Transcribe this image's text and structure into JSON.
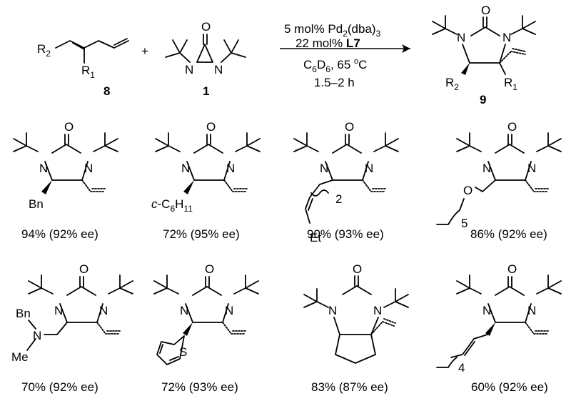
{
  "reaction": {
    "reactant_diene_label": "8",
    "reactant_diene_r1": "R",
    "reactant_diene_r1_sub": "1",
    "reactant_diene_r2": "R",
    "reactant_diene_r2_sub": "2",
    "plus": "+",
    "reactant_diaziridinone_label": "1",
    "reactant_diaziridinone_o": "O",
    "reactant_diaziridinone_n": "N",
    "conditions": {
      "line1_prefix": "5 mol% Pd",
      "line1_sub1": "2",
      "line1_mid": "(dba)",
      "line1_sub2": "3",
      "line2_prefix": "22 mol% ",
      "line2_ligand": "L7",
      "line3_a": "C",
      "line3_sub1": "6",
      "line3_b": "D",
      "line3_sub2": "6",
      "line3_c": ", 65 ",
      "line3_sup": "o",
      "line3_d": "C",
      "line4": "1.5–2 h"
    },
    "product_label": "9",
    "product_r1": "R",
    "product_r1_sub": "1",
    "product_r2": "R",
    "product_r2_sub": "2",
    "product_o": "O",
    "product_n": "N"
  },
  "products": [
    {
      "substituent": "Bn",
      "yield": "94% (92% ee)"
    },
    {
      "substituent_prefix": "c",
      "substituent_mid": "-C",
      "substituent_sub1": "6",
      "substituent_h": "H",
      "substituent_sub2": "11",
      "yield": "72% (95% ee)"
    },
    {
      "substituent_chain_sub": "2",
      "substituent_end": "Et",
      "yield": "90% (93% ee)"
    },
    {
      "substituent_o": "O",
      "substituent_chain_sub": "5",
      "yield": "86% (92% ee)"
    },
    {
      "substituent_bn": "Bn",
      "substituent_n": "N",
      "substituent_me": "Me",
      "yield": "70% (92% ee)"
    },
    {
      "substituent_s": "S",
      "yield": "72% (93% ee)"
    },
    {
      "yield": "83% (87% ee)"
    },
    {
      "substituent_chain_sub": "4",
      "yield": "60% (92% ee)"
    }
  ]
}
